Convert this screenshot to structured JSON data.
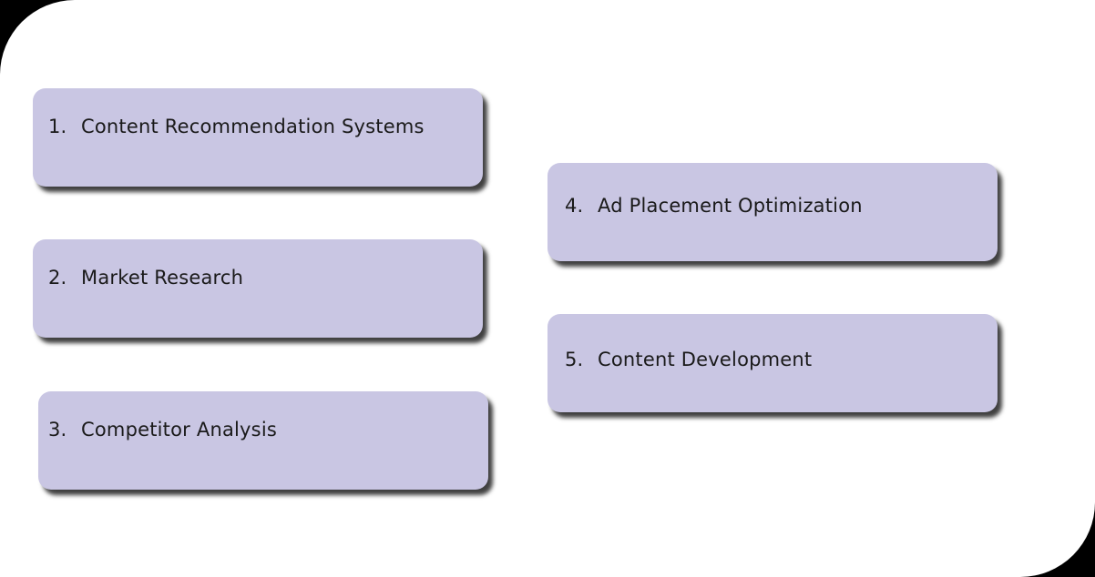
{
  "items": [
    {
      "number": "1.",
      "label": "Content Recommendation Systems"
    },
    {
      "number": "2.",
      "label": "Market Research"
    },
    {
      "number": "3.",
      "label": "Competitor Analysis"
    },
    {
      "number": "4.",
      "label": "Ad Placement Optimization"
    },
    {
      "number": "5.",
      "label": "Content Development"
    }
  ],
  "colors": {
    "card_fill": "#c9c6e3",
    "background": "#ffffff",
    "corner": "#000000"
  }
}
